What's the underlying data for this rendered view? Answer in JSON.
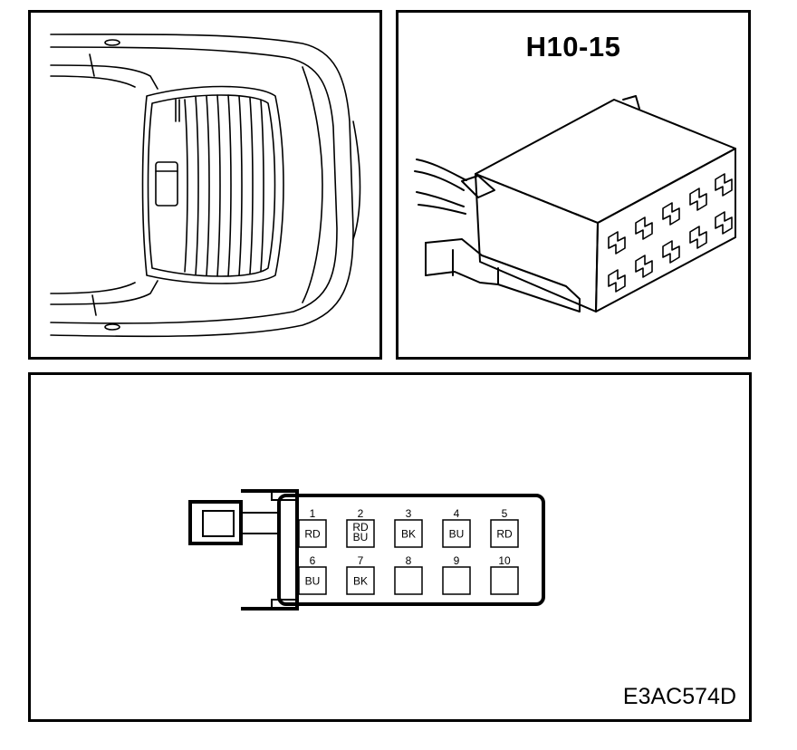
{
  "connector": {
    "id": "H10-15"
  },
  "diagram_code": "E3AC574D",
  "pins": [
    {
      "number": "1",
      "colors": [
        "RD"
      ]
    },
    {
      "number": "2",
      "colors": [
        "RD",
        "BU"
      ]
    },
    {
      "number": "3",
      "colors": [
        "BK"
      ]
    },
    {
      "number": "4",
      "colors": [
        "BU"
      ]
    },
    {
      "number": "5",
      "colors": [
        "RD"
      ]
    },
    {
      "number": "6",
      "colors": [
        "BU"
      ]
    },
    {
      "number": "7",
      "colors": [
        "BK"
      ]
    },
    {
      "number": "8",
      "colors": []
    },
    {
      "number": "9",
      "colors": []
    },
    {
      "number": "10",
      "colors": []
    }
  ]
}
